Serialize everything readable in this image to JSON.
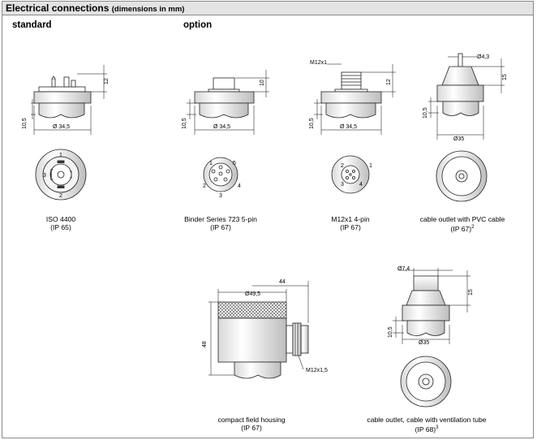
{
  "header": {
    "title": "Electrical connections",
    "subtitle": "(dimensions in mm)"
  },
  "sections": {
    "standard": "standard",
    "option": "option"
  },
  "connectors": [
    {
      "name": "ISO 4400",
      "ip": "(IP 65)"
    },
    {
      "name": "Binder Series 723 5-pin",
      "ip": "(IP 67)"
    },
    {
      "name": "M12x1 4-pin",
      "ip": "(IP 67)"
    },
    {
      "name": "cable outlet with PVC cable",
      "ip": "(IP 67)",
      "note": "2"
    },
    {
      "name": "compact field housing",
      "ip": "(IP 67)"
    },
    {
      "name": "cable outlet, cable with ventilation tube",
      "ip": "(IP 68)",
      "note": "3"
    }
  ],
  "dimensions": {
    "iso": {
      "height": "12",
      "base": "10,5",
      "diameter": "Ø 34,5"
    },
    "binder": {
      "height": "10",
      "base": "10,5",
      "diameter": "Ø 34,5"
    },
    "m12": {
      "thread": "M12x1",
      "height": "12",
      "base": "10,5",
      "diameter": "Ø 34,5"
    },
    "pvc": {
      "cable_diameter": "Ø4,3",
      "height": "15",
      "base": "10,5",
      "diameter": "Ø35"
    },
    "field": {
      "diameter": "Ø49,5",
      "width": "44",
      "height": "48",
      "thread": "M12x1,5"
    },
    "vent": {
      "cable_diameter": "Ø7,4",
      "height": "15",
      "base": "10,5",
      "diameter": "Ø35"
    }
  },
  "pins": {
    "iso": [
      "1",
      "3",
      "2"
    ],
    "binder": [
      "1",
      "5",
      "2",
      "4",
      "3"
    ],
    "m12": [
      "2",
      "1",
      "3",
      "4"
    ]
  }
}
